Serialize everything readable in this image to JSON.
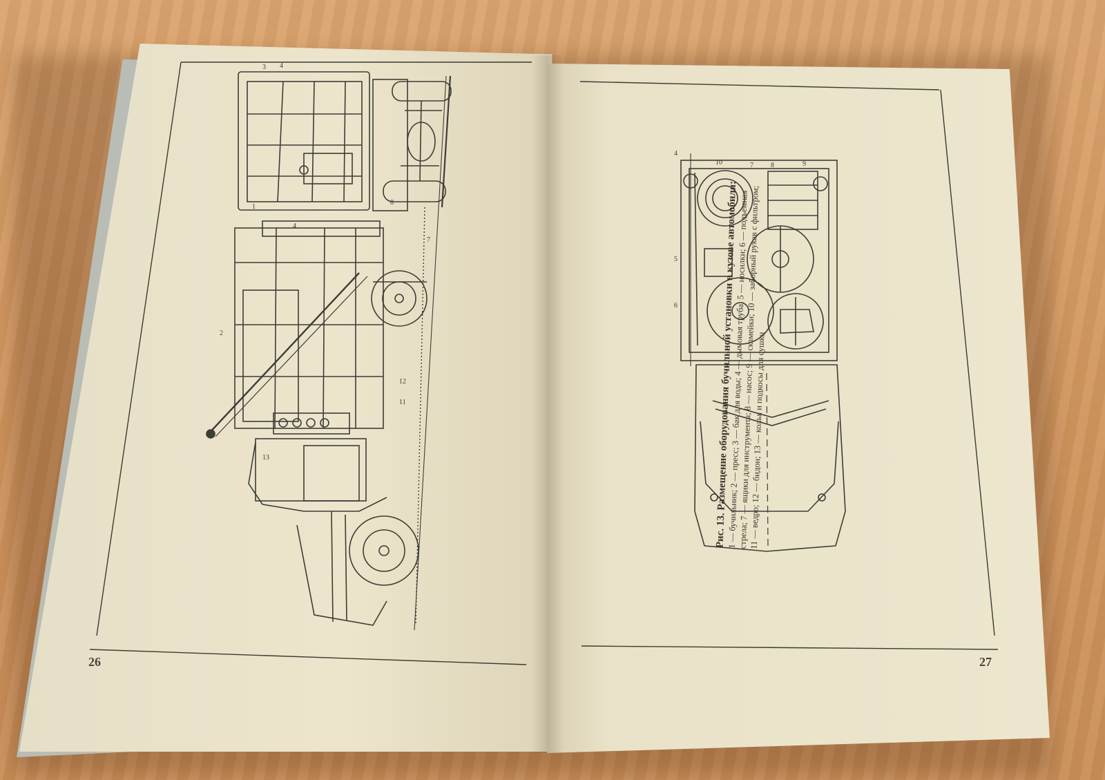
{
  "document": {
    "left_page": {
      "page_number": "26",
      "callouts": {
        "top_view": [
          "1",
          "3",
          "4",
          "8"
        ],
        "side_view": [
          "4",
          "7",
          "2",
          "11",
          "12",
          "13"
        ]
      }
    },
    "right_page": {
      "page_number": "27",
      "figure": {
        "label": "Рис. 13.",
        "title": "Размещение оборудования бучильной установки в кузове автомобиля:",
        "legend_lines": [
          "1 — бучильник; 2 — пресс; 3 — бак для воды; 4 — дымовая труба; 5 — носилки; 6 — подъемная",
          "стрела; 7 — ящики для инструмента; 8 — насос; 9 — скамейки; 10 — заборный рукав с фильтром;",
          "11 — ведро; 12 — бидон; 13 — колья и подкосы для сушки"
        ],
        "callouts": [
          "10",
          "7",
          "8",
          "9",
          "4",
          "5",
          "6"
        ]
      }
    }
  }
}
